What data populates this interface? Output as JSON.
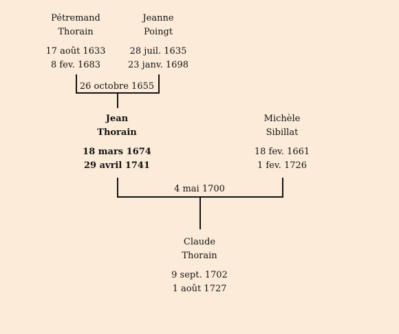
{
  "couple1": {
    "person1": {
      "first_name": "Pétremand",
      "last_name": "Thorain",
      "birth": "17 août 1633",
      "death": "8 fev. 1683"
    },
    "person2": {
      "first_name": "Jeanne",
      "last_name": "Poingt",
      "birth": "28 juil. 1635",
      "death": "23 janv. 1698"
    },
    "marriage_date": "26 octobre 1655"
  },
  "couple2": {
    "person1": {
      "first_name": "Jean",
      "last_name": "Thorain",
      "birth": "18 mars 1674",
      "death": "29 avril 1741"
    },
    "person2": {
      "first_name": "Michèle",
      "last_name": "Sibillat",
      "birth": "18 fev. 1661",
      "death": "1 fev. 1726"
    },
    "marriage_date": "4 mai 1700"
  },
  "child": {
    "first_name": "Claude",
    "last_name": "Thorain",
    "birth": "9 sept. 1702",
    "death": "1 août 1727"
  }
}
